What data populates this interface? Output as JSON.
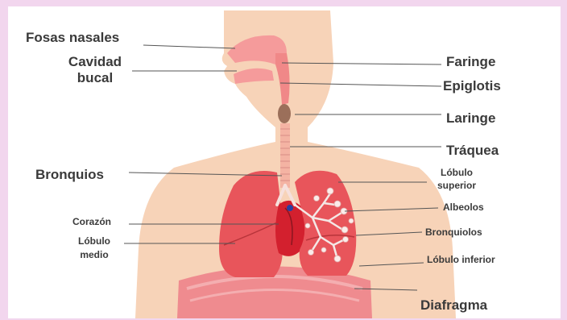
{
  "labels": {
    "fosas_nasales": "Fosas nasales",
    "cavidad_bucal_1": "Cavidad",
    "cavidad_bucal_2": "bucal",
    "faringe": "Faringe",
    "epiglotis": "Epiglotis",
    "laringe": "Laringe",
    "traquea": "Tráquea",
    "bronquios": "Bronquios",
    "lobulo_superior_1": "Lóbulo",
    "lobulo_superior_2": "superior",
    "alveolos": "Albeolos",
    "bronquiolos": "Bronquiolos",
    "corazon": "Corazón",
    "lobulo_medio_1": "Lóbulo",
    "lobulo_medio_2": "medio",
    "lobulo_inferior": "Lóbulo inferior",
    "diafragma": "Diafragma"
  },
  "colors": {
    "frame_border": "#f2d6ee",
    "skin": "#f7d3b8",
    "airway": "#f59b9b",
    "lung": "#e8555b",
    "lung_dark": "#c9303a",
    "heart": "#d3202e",
    "diaphragm": "#ef8b8f",
    "leader_line": "#555555"
  }
}
